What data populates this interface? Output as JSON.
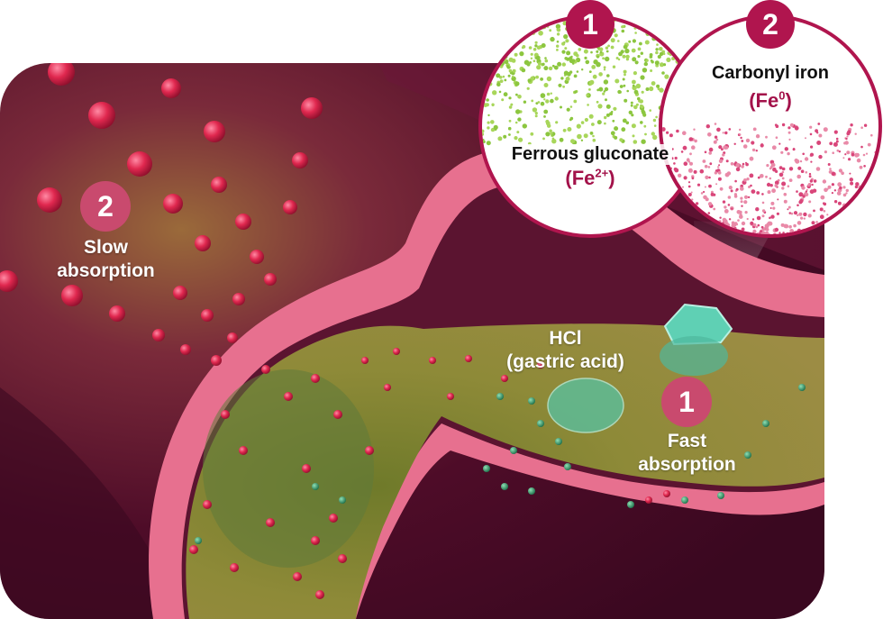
{
  "slow": {
    "number": "2",
    "line1": "Slow",
    "line2": "absorption"
  },
  "fast": {
    "number": "1",
    "line1": "Fast",
    "line2": "absorption"
  },
  "acid": {
    "line1": "HCl",
    "line2": "(gastric acid)"
  },
  "callout1": {
    "number": "1",
    "name": "Ferrous gluconate",
    "formula_base": "(Fe",
    "formula_sup": "2+",
    "formula_end": ")"
  },
  "callout2": {
    "number": "2",
    "name": "Carbonyl iron",
    "formula_base": "(Fe",
    "formula_sup": "0",
    "formula_end": ")"
  },
  "colors": {
    "background": "#5c0f2e",
    "stomach_wall": "#e7708f",
    "contents": "#8a8a2a",
    "iron_red": "#d9284f",
    "iron_green": "#2e8f62",
    "badge": "#b0154e",
    "ferrous_green": "#8cc63f"
  }
}
